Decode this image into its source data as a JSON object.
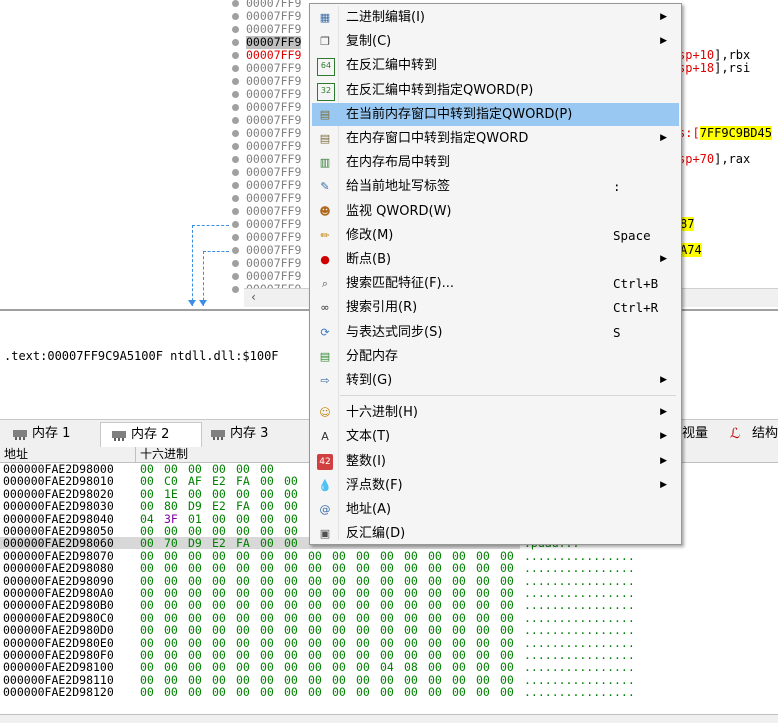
{
  "disasm": {
    "addresses": [
      "00007FF9",
      "00007FF9",
      "00007FF9",
      "00007FF9",
      "00007FF9",
      "00007FF9",
      "00007FF9",
      "00007FF9",
      "00007FF9",
      "00007FF9",
      "00007FF9",
      "00007FF9",
      "00007FF9",
      "00007FF9",
      "00007FF9",
      "00007FF9",
      "00007FF9",
      "00007FF9",
      "00007FF9",
      "00007FF9",
      "00007FF9",
      "00007FF9",
      "00007FF9"
    ],
    "right_fragments": {
      "sp10_a": "sp+10",
      "sp10_b": "],rbx",
      "sp18_a": "sp+18",
      "sp18_b": "],rsi",
      "ref_a": "s:[",
      "ref_b": "7FF9C9BD45",
      "sp70_a": "sp+70",
      "sp70_b": "],rax",
      "y1": "87",
      "y2": "A74"
    }
  },
  "info": {
    "text": ".text:00007FF9C9A5100F ntdll.dll:$100F"
  },
  "tabs": [
    {
      "label": "内存 1"
    },
    {
      "label": "内存 2"
    },
    {
      "label": "内存 3"
    },
    {
      "label": "监视量"
    },
    {
      "label": "结构"
    }
  ],
  "dump": {
    "header": {
      "addr": "地址",
      "hex": "十六进制"
    },
    "rows": [
      {
        "addr": "000000FAE2D98000",
        "hex": [
          "00",
          "00",
          "00",
          "00",
          "00",
          "00"
        ],
        "hex2": "",
        "ascii": ""
      },
      {
        "addr": "000000FAE2D98010",
        "hex": [
          "00",
          "C0",
          "AF",
          "E2",
          "FA",
          "00",
          "00"
        ],
        "hex2": "",
        "ascii": ""
      },
      {
        "addr": "000000FAE2D98020",
        "hex": [
          "00",
          "1E",
          "00",
          "00",
          "00",
          "00",
          "00"
        ],
        "hex2": "",
        "ascii": ""
      },
      {
        "addr": "000000FAE2D98030",
        "hex": [
          "00",
          "80",
          "D9",
          "E2",
          "FA",
          "00",
          "00"
        ],
        "hex2": "",
        "ascii": ""
      },
      {
        "addr": "000000FAE2D98040",
        "hex": [
          "04",
          "3F",
          "01",
          "00",
          "00",
          "00",
          "00"
        ],
        "hex2": "",
        "ascii": ""
      },
      {
        "addr": "000000FAE2D98050",
        "hex": [
          "00",
          "00",
          "00",
          "00",
          "00",
          "00",
          "00"
        ],
        "hex2": "",
        "ascii": ""
      },
      {
        "addr": "000000FAE2D98060",
        "hex": [
          "00",
          "70",
          "D9",
          "E2",
          "FA",
          "00",
          "00"
        ],
        "hex2": "",
        "ascii": ".pùâú..."
      },
      {
        "addr": "000000FAE2D98070",
        "hex": [
          "00",
          "00",
          "00",
          "00",
          "00",
          "00",
          "00",
          "00",
          "00",
          "00",
          "00",
          "00",
          "00",
          "00",
          "00",
          "00"
        ],
        "hex2": "",
        "ascii": "................"
      },
      {
        "addr": "000000FAE2D98080",
        "hex": [
          "00",
          "00",
          "00",
          "00",
          "00",
          "00",
          "00",
          "00",
          "00",
          "00",
          "00",
          "00",
          "00",
          "00",
          "00",
          "00"
        ],
        "hex2": "",
        "ascii": "................"
      },
      {
        "addr": "000000FAE2D98090",
        "hex": [
          "00",
          "00",
          "00",
          "00",
          "00",
          "00",
          "00",
          "00",
          "00",
          "00",
          "00",
          "00",
          "00",
          "00",
          "00",
          "00"
        ],
        "hex2": "",
        "ascii": "................"
      },
      {
        "addr": "000000FAE2D980A0",
        "hex": [
          "00",
          "00",
          "00",
          "00",
          "00",
          "00",
          "00",
          "00",
          "00",
          "00",
          "00",
          "00",
          "00",
          "00",
          "00",
          "00"
        ],
        "hex2": "",
        "ascii": "................"
      },
      {
        "addr": "000000FAE2D980B0",
        "hex": [
          "00",
          "00",
          "00",
          "00",
          "00",
          "00",
          "00",
          "00",
          "00",
          "00",
          "00",
          "00",
          "00",
          "00",
          "00",
          "00"
        ],
        "hex2": "",
        "ascii": "................"
      },
      {
        "addr": "000000FAE2D980C0",
        "hex": [
          "00",
          "00",
          "00",
          "00",
          "00",
          "00",
          "00",
          "00",
          "00",
          "00",
          "00",
          "00",
          "00",
          "00",
          "00",
          "00"
        ],
        "hex2": "",
        "ascii": "................"
      },
      {
        "addr": "000000FAE2D980D0",
        "hex": [
          "00",
          "00",
          "00",
          "00",
          "00",
          "00",
          "00",
          "00",
          "00",
          "00",
          "00",
          "00",
          "00",
          "00",
          "00",
          "00"
        ],
        "hex2": "",
        "ascii": "................"
      },
      {
        "addr": "000000FAE2D980E0",
        "hex": [
          "00",
          "00",
          "00",
          "00",
          "00",
          "00",
          "00",
          "00",
          "00",
          "00",
          "00",
          "00",
          "00",
          "00",
          "00",
          "00"
        ],
        "hex2": "",
        "ascii": "................"
      },
      {
        "addr": "000000FAE2D980F0",
        "hex": [
          "00",
          "00",
          "00",
          "00",
          "00",
          "00",
          "00",
          "00",
          "00",
          "00",
          "00",
          "00",
          "00",
          "00",
          "00",
          "00"
        ],
        "hex2": "",
        "ascii": "................"
      },
      {
        "addr": "000000FAE2D98100",
        "hex": [
          "00",
          "00",
          "00",
          "00",
          "00",
          "00",
          "00",
          "00",
          "00",
          "00",
          "04",
          "08",
          "00",
          "00",
          "00",
          "00"
        ],
        "hex2": "",
        "ascii": "................"
      },
      {
        "addr": "000000FAE2D98110",
        "hex": [
          "00",
          "00",
          "00",
          "00",
          "00",
          "00",
          "00",
          "00",
          "00",
          "00",
          "00",
          "00",
          "00",
          "00",
          "00",
          "00"
        ],
        "hex2": "",
        "ascii": "................"
      },
      {
        "addr": "000000FAE2D98120",
        "hex": [
          "00",
          "00",
          "00",
          "00",
          "00",
          "00",
          "00",
          "00",
          "00",
          "00",
          "00",
          "00",
          "00",
          "00",
          "00",
          "00"
        ],
        "hex2": "",
        "ascii": "................"
      }
    ]
  },
  "menu": {
    "items": [
      {
        "label": "二进制编辑(I)",
        "shortcut": "",
        "submenu": true,
        "icon": "binary-edit-icon"
      },
      {
        "label": "复制(C)",
        "shortcut": "",
        "submenu": true,
        "icon": "copy-icon"
      },
      {
        "label": "在反汇编中转到",
        "shortcut": "",
        "submenu": false,
        "icon": "disasm-64-icon"
      },
      {
        "label": "在反汇编中转到指定QWORD(P)",
        "shortcut": "",
        "submenu": false,
        "icon": "disasm-qword-icon"
      },
      {
        "label": "在当前内存窗口中转到指定QWORD(P)",
        "shortcut": "",
        "submenu": false,
        "icon": "memory-goto-icon",
        "highlighted": true
      },
      {
        "label": "在内存窗口中转到指定QWORD",
        "shortcut": "",
        "submenu": true,
        "icon": "memory-window-icon"
      },
      {
        "label": "在内存布局中转到",
        "shortcut": "",
        "submenu": false,
        "icon": "memory-map-icon"
      },
      {
        "label": "给当前地址写标签",
        "shortcut": ":",
        "submenu": false,
        "icon": "label-icon"
      },
      {
        "label": "监视 QWORD(W)",
        "shortcut": "",
        "submenu": false,
        "icon": "watch-icon"
      },
      {
        "label": "修改(M)",
        "shortcut": "Space",
        "submenu": false,
        "icon": "pencil-icon"
      },
      {
        "label": "断点(B)",
        "shortcut": "",
        "submenu": true,
        "icon": "breakpoint-icon"
      },
      {
        "label": "搜索匹配特征(F)...",
        "shortcut": "Ctrl+B",
        "submenu": false,
        "icon": "search-pattern-icon"
      },
      {
        "label": "搜索引用(R)",
        "shortcut": "Ctrl+R",
        "submenu": false,
        "icon": "binoculars-icon"
      },
      {
        "label": "与表达式同步(S)",
        "shortcut": "S",
        "submenu": false,
        "icon": "sync-icon"
      },
      {
        "label": "分配内存",
        "shortcut": "",
        "submenu": false,
        "icon": "allocate-memory-icon"
      },
      {
        "label": "转到(G)",
        "shortcut": "",
        "submenu": true,
        "icon": "goto-icon"
      },
      {
        "label": "十六进制(H)",
        "shortcut": "",
        "submenu": true,
        "icon": "hex-icon"
      },
      {
        "label": "文本(T)",
        "shortcut": "",
        "submenu": true,
        "icon": "text-icon"
      },
      {
        "label": "整数(I)",
        "shortcut": "",
        "submenu": true,
        "icon": "integer-icon"
      },
      {
        "label": "浮点数(F)",
        "shortcut": "",
        "submenu": true,
        "icon": "float-icon"
      },
      {
        "label": "地址(A)",
        "shortcut": "",
        "submenu": false,
        "icon": "address-icon"
      },
      {
        "label": "反汇编(D)",
        "shortcut": "",
        "submenu": false,
        "icon": "disassembly-icon"
      }
    ]
  },
  "colors": {
    "highlight": "#99c9f2",
    "hex_green": "#008000",
    "register_red": "#e00000",
    "marker_yellow": "#ffff00"
  }
}
